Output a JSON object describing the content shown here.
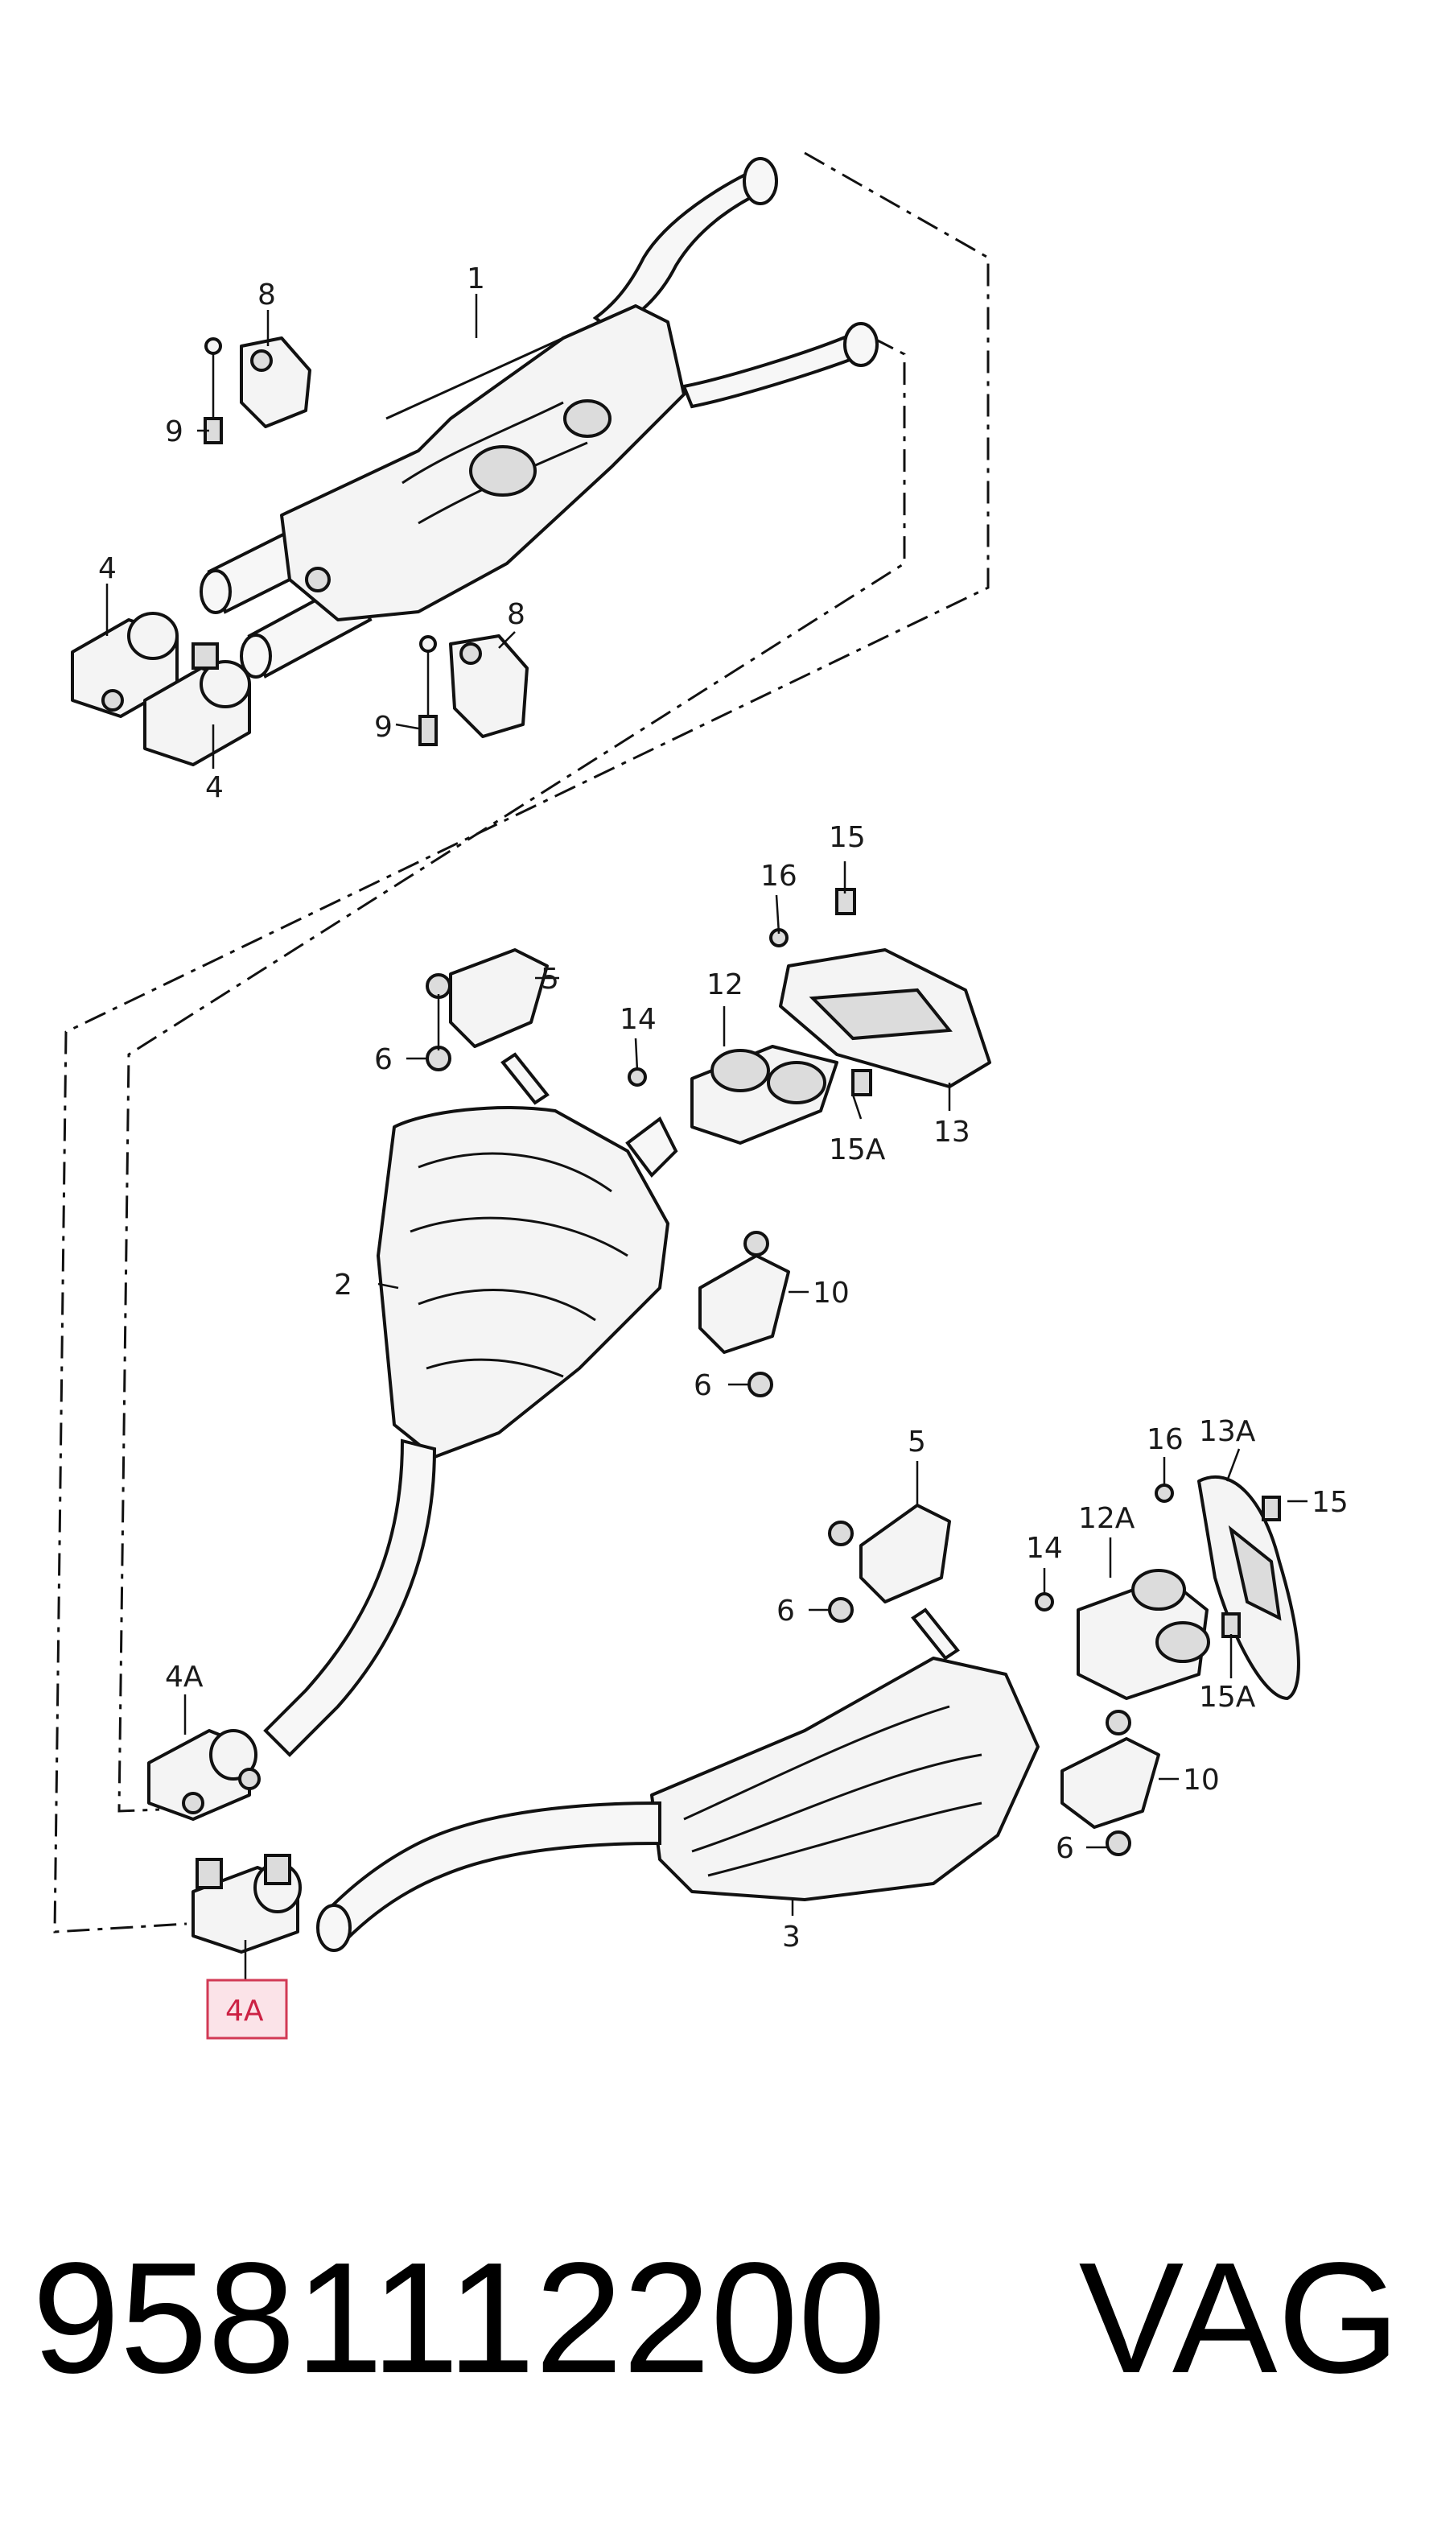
{
  "callouts": {
    "c1": "1",
    "c8a": "8",
    "c9a": "9",
    "c8b": "8",
    "c9b": "9",
    "c4a": "4",
    "c4b": "4",
    "c15": "15",
    "c16": "16",
    "c5": "5",
    "c6a": "6",
    "c14": "14",
    "c12": "12",
    "c15a": "15A",
    "c13": "13",
    "c2": "2",
    "c10a": "10",
    "c6b": "6",
    "c5b": "5",
    "c16b": "16",
    "c13a": "13A",
    "c15b": "15",
    "c12a": "12A",
    "c14b": "14",
    "c6c": "6",
    "c15ab": "15A",
    "c10b": "10",
    "c6d": "6",
    "c4aa": "4A",
    "c3": "3",
    "c4ab": "4A"
  },
  "highlight": {
    "label_color": "#cc2244",
    "box_color": "#d23a55"
  },
  "footer": {
    "part_number": "9581112200",
    "brand": "VAG"
  }
}
